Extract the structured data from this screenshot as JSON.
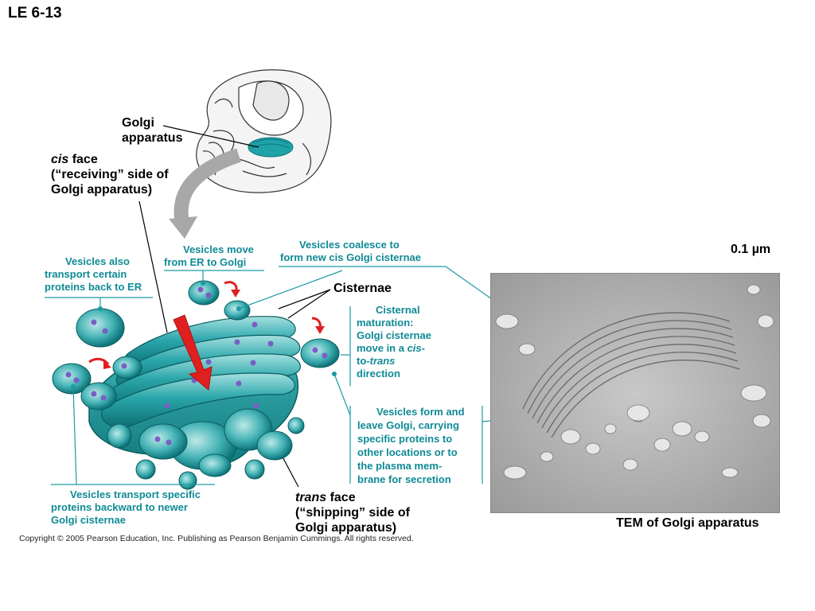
{
  "slide_id": "LE 6-13",
  "labels": {
    "golgi_line1": "Golgi",
    "golgi_line2": "apparatus",
    "cis_italic": "cis",
    "cis_rest": " face",
    "cis_line2": "(“receiving” side of",
    "cis_line3": "Golgi apparatus)",
    "trans_italic": "trans",
    "trans_rest": " face",
    "trans_line2": "(“shipping” side of",
    "trans_line3": "Golgi apparatus)",
    "cisternae": "Cisternae",
    "scale_bar": "0.1 µm",
    "tem_caption": "TEM of Golgi apparatus"
  },
  "annotations": {
    "vesicles_also": [
      "Vesicles also",
      "transport certain",
      "proteins back to ER"
    ],
    "vesicles_move": [
      "Vesicles move",
      "from ER to Golgi"
    ],
    "vesicles_coalesce": [
      "Vesicles coalesce to",
      "form new cis Golgi cisternae"
    ],
    "cisternal_maturation_l1": "Cisternal",
    "cisternal_maturation_l2": "maturation:",
    "cisternal_maturation_l3": "Golgi cisternae",
    "cisternal_maturation_l4a": "move in a ",
    "cisternal_maturation_l4b": "cis",
    "cisternal_maturation_l4c": "-",
    "cisternal_maturation_l5a": "to-",
    "cisternal_maturation_l5b": "trans",
    "cisternal_maturation_l6": "direction",
    "vesicles_form": [
      "Vesicles form and",
      "leave Golgi, carrying",
      "specific proteins to",
      "other locations or to",
      "the plasma mem-",
      "brane for secretion"
    ],
    "vesicles_transport": [
      "Vesicles transport specific",
      "proteins backward to newer",
      "Golgi cisternae"
    ]
  },
  "copyright": "Copyright © 2005 Pearson Education, Inc. Publishing as Pearson Benjamin Cummings. All rights reserved.",
  "colors": {
    "teal": "#1fa3a8",
    "teal_dark": "#0e7479",
    "teal_light": "#8fd6d6",
    "annotation_text": "#0f8a95",
    "arrow_red": "#e02020",
    "vesicle_dot": "#7a5ec6",
    "gray_arrow": "#a8a8a8"
  }
}
